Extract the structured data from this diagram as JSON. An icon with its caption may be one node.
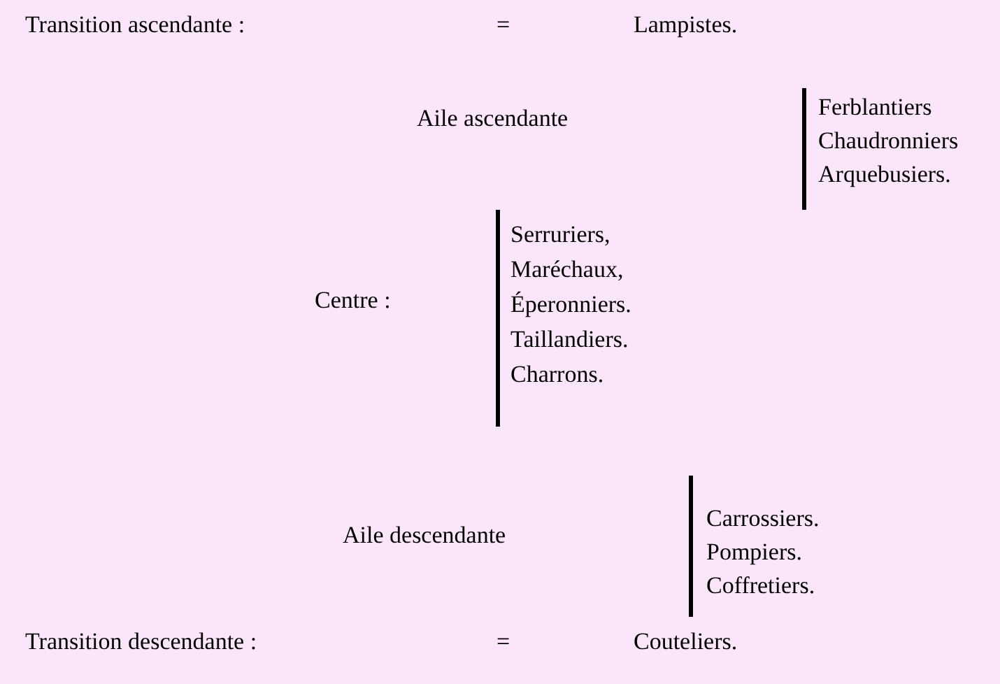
{
  "diagram": {
    "labels": [
      "Transition ascendante :",
      "=",
      "Lampistes.",
      "Aile ascendante",
      "Ferblantiers",
      "Chaudronniers",
      "Arquebusiers.",
      "Centre :",
      "Serruriers,",
      "Maréchaux,",
      "Éperonniers.",
      "Taillandiers.",
      "Charrons.",
      "Aile descendante",
      "Carrossiers.",
      "Pompiers.",
      "Coffretiers.",
      "Transition descendante :",
      "=",
      "Couteliers."
    ]
  }
}
